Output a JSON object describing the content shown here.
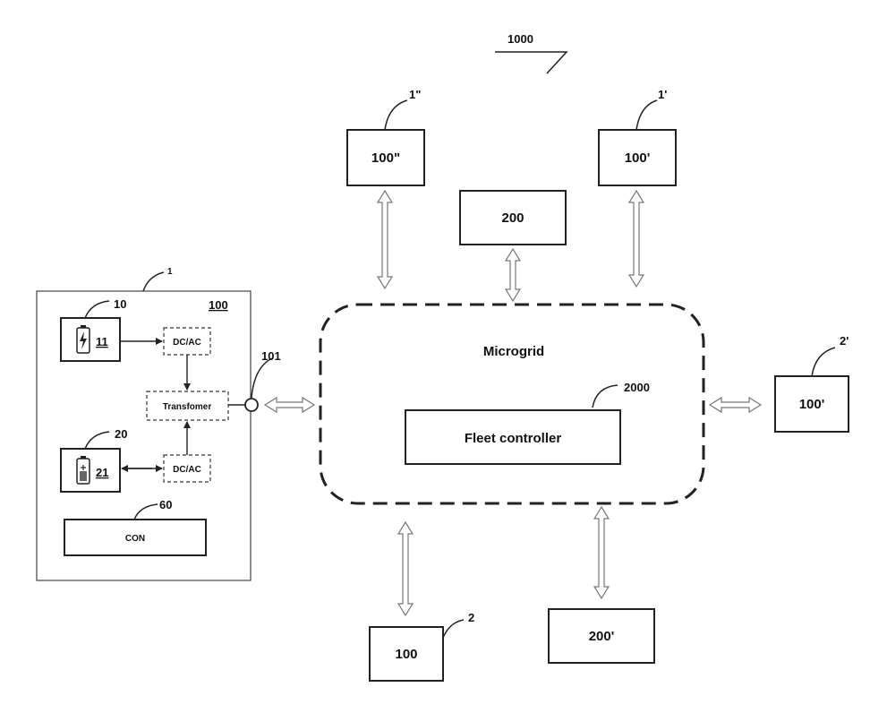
{
  "figure_ref": "1000",
  "microgrid": {
    "label": "Microgrid"
  },
  "fleet_controller": {
    "label": "Fleet controller",
    "ref": "2000"
  },
  "nodes": [
    {
      "id": "top-left",
      "label": "100\"",
      "ref": "1\""
    },
    {
      "id": "top-right",
      "label": "100'",
      "ref": "1'"
    },
    {
      "id": "top-center",
      "label": "200",
      "ref": ""
    },
    {
      "id": "right",
      "label": "100'",
      "ref": "2'"
    },
    {
      "id": "bottom-left",
      "label": "100",
      "ref": "2"
    },
    {
      "id": "bottom-right",
      "label": "200'",
      "ref": ""
    }
  ],
  "detail_unit": {
    "ref": "1",
    "label": "100",
    "port_ref": "101",
    "battery1": {
      "ref": "10",
      "label": "11"
    },
    "battery2": {
      "ref": "20",
      "label": "21"
    },
    "converter_top": "DC/AC",
    "converter_bottom": "DC/AC",
    "transformer": "Transfomer",
    "controller": {
      "ref": "60",
      "label": "CON"
    }
  }
}
